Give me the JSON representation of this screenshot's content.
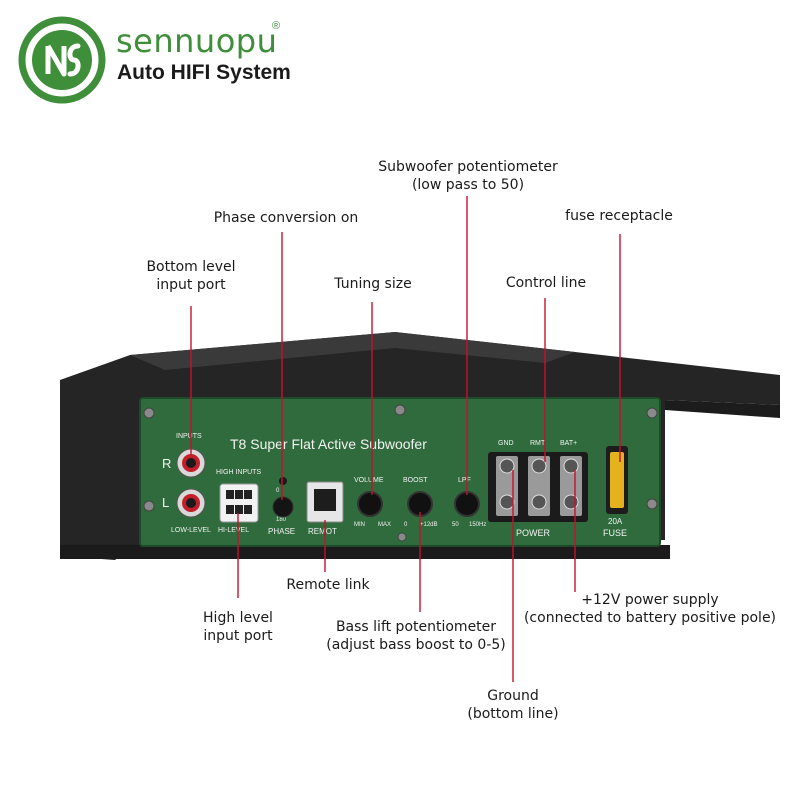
{
  "brand": {
    "name": "sennuopu",
    "registered": "®",
    "tagline": "Auto HIFI System"
  },
  "panel": {
    "model": "T8 Super Flat Active Subwoofer",
    "inputs": "INPUTS",
    "r": "R",
    "l": "L",
    "high_inputs": "HIGH INPUTS",
    "low_level": "LOW-LEVEL",
    "hi_level": "HI-LEVEL",
    "phase": "PHASE",
    "phase_0": "0",
    "phase_180": "180",
    "remot": "REMOT",
    "volume": "VOLUME",
    "vol_min": "MIN",
    "vol_max": "MAX",
    "boost": "BOOST",
    "boost_min": "0",
    "boost_max": "+12dB",
    "lpf": "LPF",
    "lpf_min": "50",
    "lpf_max": "150Hz",
    "gnd": "GND",
    "rmt": "RMT",
    "bat": "BAT+",
    "power": "POWER",
    "fuse_rating": "20A",
    "fuse": "FUSE"
  },
  "callouts": {
    "subwoofer_pot_1": "Subwoofer potentiometer",
    "subwoofer_pot_2": "(low pass to 50)",
    "phase_conversion": "Phase conversion on",
    "fuse_receptacle": "fuse receptacle",
    "bottom_level_1": "Bottom level",
    "bottom_level_2": "input port",
    "tuning_size": "Tuning size",
    "control_line": "Control line",
    "remote_link": "Remote link",
    "high_level_1": "High level",
    "high_level_2": "input port",
    "bass_lift_1": "Bass lift potentiometer",
    "bass_lift_2": "(adjust bass boost to 0-5)",
    "power_supply_1": "+12V power supply",
    "power_supply_2": "(connected to battery positive pole)",
    "ground_1": "Ground",
    "ground_2": "(bottom line)"
  },
  "colors": {
    "brand_green": "#3f8f3a",
    "panel_green": "#2f6b3c",
    "leader_red": "#c8102e",
    "chassis": "#262626"
  }
}
